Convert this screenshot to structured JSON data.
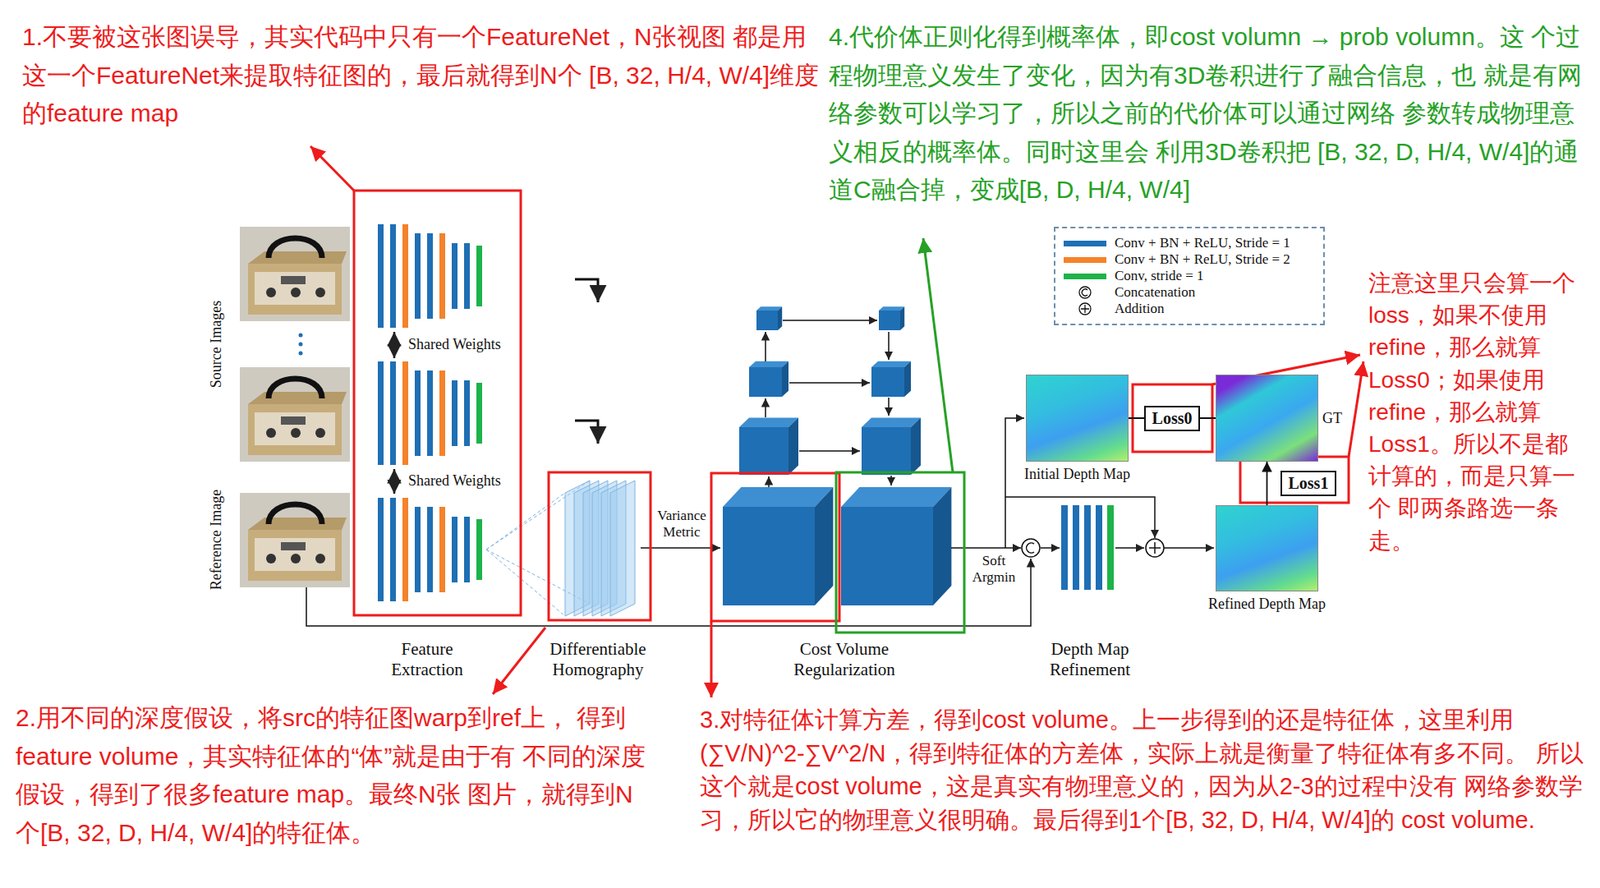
{
  "diagram": {
    "nodes": [
      {
        "text": [
          "Initial Depth Map"
        ]
      },
      {
        "text": [
          "GT"
        ]
      },
      {
        "text": [
          "Refined Depth Map"
        ]
      }
    ],
    "edges": [
      {
        "from": 0,
        "to": 1,
        "label": "Loss0",
        "arrow": "none"
      },
      {
        "from": 2,
        "to": 1,
        "label": "Loss1",
        "arrow": "to"
      }
    ],
    "labels": [
      "1.不要被这张图误导，其实代码中只有一个FeatureNet，N张视图 都是用这一个FeatureNet来提取特征图的，最后就得到N个 [B, 32, H/4, W/4]维度的feature map",
      "4.代价体正则化得到概率体，即cost volumn → prob volumn。这 个过程物理意义发生了变化，因为有3D卷积进行了融合信息，也 就是有网络参数可以学习了，所以之前的代价体可以通过网络 参数转成物理意义相反的概率体。同时这里会 利用3D卷积把 [B, 32, D, H/4, W/4]的通道C融合掉，变成[B, D, H/4, W/4]",
      "Shared Weights",
      "Shared Weights",
      "Source Images",
      "Reference Image",
      "Variance Metric",
      "Soft Argmin",
      "Feature Extraction",
      "Differentiable Homography",
      "Cost Volume Regularization",
      "Depth Map Refinement",
      "注意这里只会算一个 loss，如果不使用 refine，那么就算 Loss0；如果使用 refine，那么就算 Loss1。所以不是都 计算的，而是只算一个 即两条路选一条走。",
      "2.用不同的深度假设，将src的特征图warp到ref上， 得到feature volume，其实特征体的“体”就是由于有 不同的深度假设，得到了很多feature map。最终N张 图片，就得到N个[B, 32, D, H/4, W/4]的特征体。",
      "3.对特征体计算方差，得到cost volume。上一步得到的还是特征体，这里利用 (∑V/N)^2-∑V^2/N，得到特征体的方差体，实际上就是衡量了特征体有多不同。 所以这个就是cost volume，这是真实有物理意义的，因为从2-3的过程中没有 网络参数学习，所以它的物理意义很明确。最后得到1个[B, 32, D, H/4, W/4]的 cost volume."
    ],
    "legend": [
      {
        "text": "Conv + BN + ReLU, Stride = 1",
        "color": "#1f6fb4"
      },
      {
        "text": "Conv + BN + ReLU, Stride = 2",
        "color": "#f5822a"
      },
      {
        "text": "Conv, stride = 1",
        "color": "#1db34a"
      },
      {
        "text": "Concatenation"
      },
      {
        "text": "Addition"
      }
    ]
  }
}
